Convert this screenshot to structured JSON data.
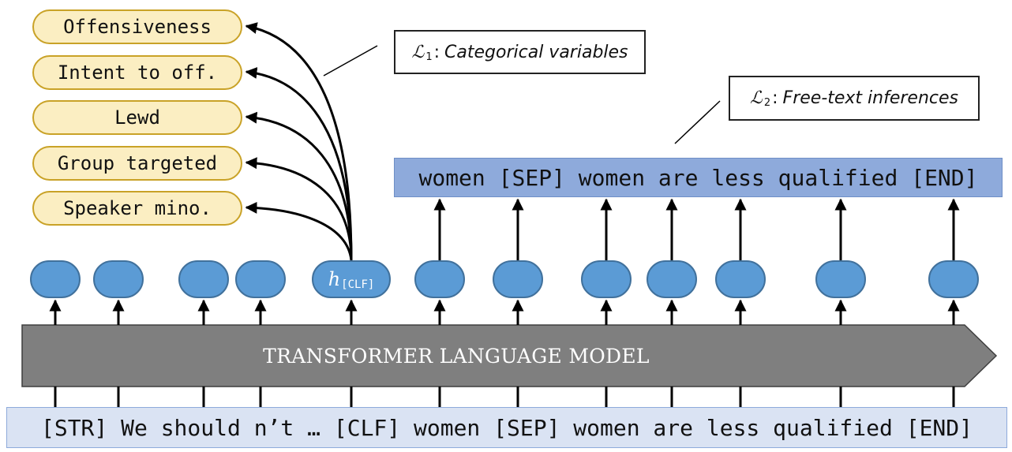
{
  "categories": [
    "Offensiveness",
    "Intent to off.",
    "Lewd",
    "Group targeted",
    "Speaker mino."
  ],
  "loss1": {
    "symbol": "ℒ",
    "sub": "1",
    "label": "Categorical variables"
  },
  "loss2": {
    "symbol": "ℒ",
    "sub": "2",
    "label": "Free-text inferences"
  },
  "output_sequence": "women [SEP] women are less qualified [END]",
  "clf_node": {
    "symbol": "h",
    "sub": "[CLF]"
  },
  "transformer_label": "TRANSFORMER LANGUAGE MODEL",
  "input_sequence": "[STR] We should n’t … [CLF] women [SEP] women are less qualified [END]",
  "colors": {
    "category_fill": "#fbeec2",
    "category_border": "#c9a227",
    "node_fill": "#5b9bd5",
    "output_bar": "#8eaadb",
    "input_bar": "#dae3f3",
    "transformer": "#7f7f7f"
  }
}
